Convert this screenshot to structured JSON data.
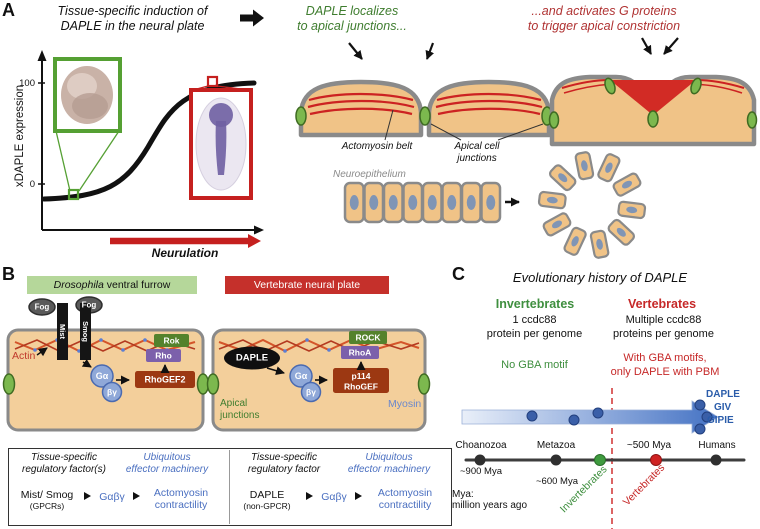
{
  "colors": {
    "tan_cell": "#f0c387",
    "gray_outline": "#8a8a8a",
    "green_accent": "#55a033",
    "red_accent": "#c5201f",
    "green_text": "#3f7d2f",
    "dark_red_text": "#b03333",
    "blue_text": "#2a5caa",
    "junction_green": "#7cb84e",
    "g_protein_blue": "#8fa8d8",
    "gef_red": "#9c3812",
    "rho_purple": "#7c60ab",
    "rok_green": "#54822c"
  },
  "panelA": {
    "label": "A",
    "headers": {
      "black_l1": "Tissue-specific induction of",
      "black_l2": "DAPLE in the neural plate",
      "green_l1": "DAPLE localizes",
      "green_l2": "to apical junctions...",
      "red_l1": "...and activates G proteins",
      "red_l2": "to trigger apical constriction"
    },
    "graph": {
      "ylabel": "xDAPLE expression",
      "tick_100": "100",
      "tick_0": "0",
      "xlabel": "Neurulation"
    },
    "labels": {
      "actomyosin_belt": "Actomyosin belt",
      "apical_l1": "Apical cell",
      "apical_l2": "junctions",
      "neuroepithelium": "Neuroepithelium"
    }
  },
  "panelB": {
    "label": "B",
    "header_left_em": "Drosophila",
    "header_left_rest": " ventral furrow",
    "header_right": "Vertebrate neural plate",
    "proteins": {
      "fog": "Fog",
      "mist": "Mist",
      "smog": "Smog",
      "actin": "Actin",
      "g_alpha": "Gα",
      "g_bg": "βγ",
      "rhogef2": "RhoGEF2",
      "rok": "Rok",
      "rho": "Rho",
      "daple": "DAPLE",
      "p114_l1": "p114",
      "p114_l2": "RhoGEF",
      "rock": "ROCK",
      "rhoa": "RhoA",
      "apical_l1": "Apical",
      "apical_l2": "junctions",
      "myosin": "Myosin"
    },
    "summary": {
      "ts_l1": "Tissue-specific",
      "ts_left_l2": "regulatory factor(s)",
      "ts_right_l2": "regulatory factor",
      "ubiq_l1": "Ubiquitous",
      "ubiq_l2": "effector machinery",
      "left_factor": "Mist/ Smog",
      "left_factor_sub": "(GPCRs)",
      "right_factor": "DAPLE",
      "right_factor_sub": "(non-GPCR)",
      "g_complex": "Gαβγ",
      "out_l1": "Actomyosin",
      "out_l2": "contractility"
    }
  },
  "panelC": {
    "label": "C",
    "title": "Evolutionary history of DAPLE",
    "inv_title": "Invertebrates",
    "vert_title": "Vertebrates",
    "inv_desc_l1": "1 ccdc88",
    "inv_desc_l2": "protein per genome",
    "vert_desc_l1": "Multiple ccdc88",
    "vert_desc_l2": "proteins per genome",
    "no_gba": "No GBA motif",
    "with_gba_l1": "With GBA motifs,",
    "with_gba_l2": "only DAPLE with PBM",
    "genes": [
      "DAPLE",
      "GIV",
      "GIPIE"
    ],
    "timeline": {
      "choanozoa": "Choanozoa",
      "metazoa": "Metazoa",
      "mya500": "~500 Mya",
      "humans": "Humans",
      "mya900": "~900 Mya",
      "mya600": "~600 Mya",
      "mya_l1": "Mya:",
      "mya_l2": "million years ago",
      "inv_rot": "Invertebrates",
      "vert_rot": "Vertebrates"
    }
  }
}
